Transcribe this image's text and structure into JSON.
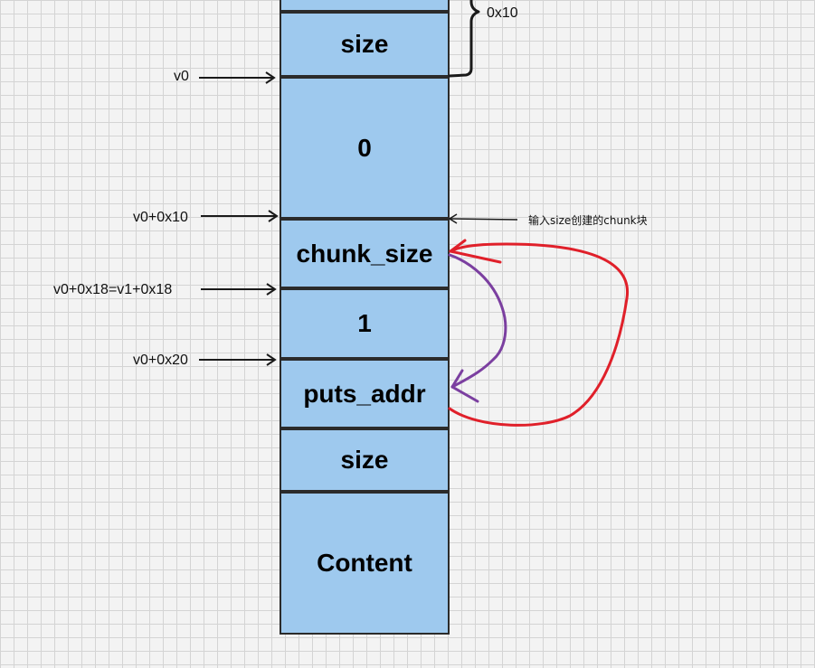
{
  "blocks": [
    {
      "id": "top-partial",
      "label": ""
    },
    {
      "id": "size-top",
      "label": "size"
    },
    {
      "id": "zero",
      "label": "0"
    },
    {
      "id": "chunk-size",
      "label": "chunk_size"
    },
    {
      "id": "one",
      "label": "1"
    },
    {
      "id": "puts-addr",
      "label": "puts_addr"
    },
    {
      "id": "size-bottom",
      "label": "size"
    },
    {
      "id": "content",
      "label": "Content"
    }
  ],
  "pointers": {
    "v0": "v0",
    "v0_0x10": "v0+0x10",
    "v0_0x18": "v0+0x18=v1+0x18",
    "v0_0x20": "v0+0x20"
  },
  "annotations": {
    "brace_offset": "0x10",
    "chunk_note": "输入size创建的chunk块"
  },
  "colors": {
    "block_fill": "#9ec9ee",
    "block_border": "#2b2b2b",
    "red_arrow": "#e0202a",
    "purple_arrow": "#7b3fa0",
    "background": "#f3f3f3",
    "grid": "#d4d4d4"
  }
}
